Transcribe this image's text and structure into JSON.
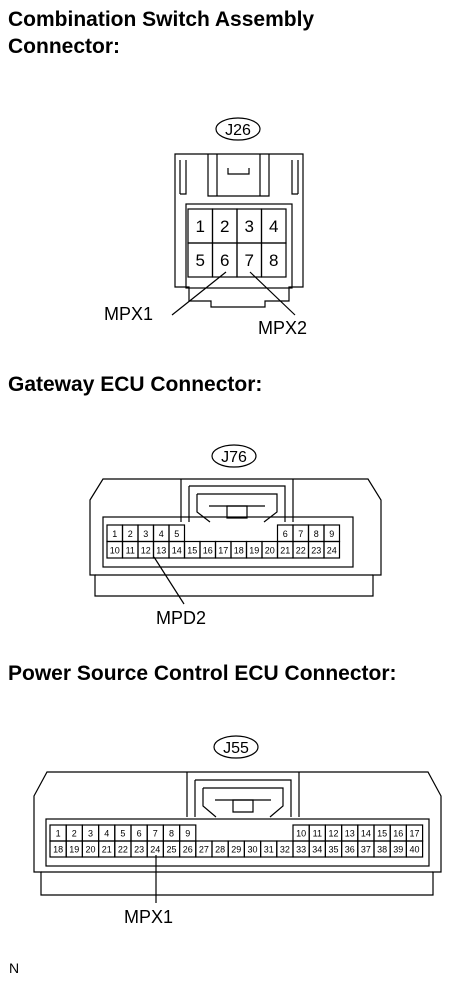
{
  "connectors": [
    {
      "title": "Combination Switch Assembly Connector:",
      "title_lines": [
        "Combination Switch Assembly",
        "Connector:"
      ],
      "code": "J26",
      "pins_top": [
        "1",
        "2",
        "3",
        "4"
      ],
      "pins_bottom": [
        "5",
        "6",
        "7",
        "8"
      ],
      "callouts": [
        {
          "label": "MPX1",
          "pin": "6"
        },
        {
          "label": "MPX2",
          "pin": "7"
        }
      ]
    },
    {
      "title": "Gateway ECU Connector:",
      "code": "J76",
      "pins_top_left": [
        "1",
        "2",
        "3",
        "4",
        "5"
      ],
      "pins_top_right": [
        "6",
        "7",
        "8",
        "9"
      ],
      "pins_bottom": [
        "10",
        "11",
        "12",
        "13",
        "14",
        "15",
        "16",
        "17",
        "18",
        "19",
        "20",
        "21",
        "22",
        "23",
        "24"
      ],
      "callouts": [
        {
          "label": "MPD2",
          "pin": "12"
        }
      ]
    },
    {
      "title": "Power Source Control ECU Connector:",
      "code": "J55",
      "pins_top_left": [
        "1",
        "2",
        "3",
        "4",
        "5",
        "6",
        "7",
        "8",
        "9"
      ],
      "pins_top_right": [
        "10",
        "11",
        "12",
        "13",
        "14",
        "15",
        "16",
        "17"
      ],
      "pins_bottom": [
        "18",
        "19",
        "20",
        "21",
        "22",
        "23",
        "24",
        "25",
        "26",
        "27",
        "28",
        "29",
        "30",
        "31",
        "32",
        "33",
        "34",
        "35",
        "36",
        "37",
        "38",
        "39",
        "40"
      ],
      "callouts": [
        {
          "label": "MPX1",
          "pin": "24"
        }
      ]
    }
  ],
  "footer": "N"
}
